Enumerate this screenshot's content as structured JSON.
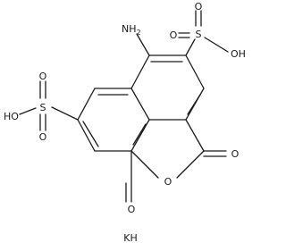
{
  "molecule": {
    "atom_labels": {
      "amino": "NH",
      "amino_sub": "2",
      "sulfo_right_s": "S",
      "sulfo_right_o_top": "O",
      "sulfo_right_o_side": "O",
      "sulfo_right_oh": "OH",
      "sulfo_left_s": "S",
      "sulfo_left_o_top": "O",
      "sulfo_left_o_bottom": "O",
      "sulfo_left_ho": "HO",
      "anhydride_o": "O",
      "carbonyl_right_o": "O",
      "carbonyl_left_o": "O"
    },
    "counterion": "KH"
  }
}
